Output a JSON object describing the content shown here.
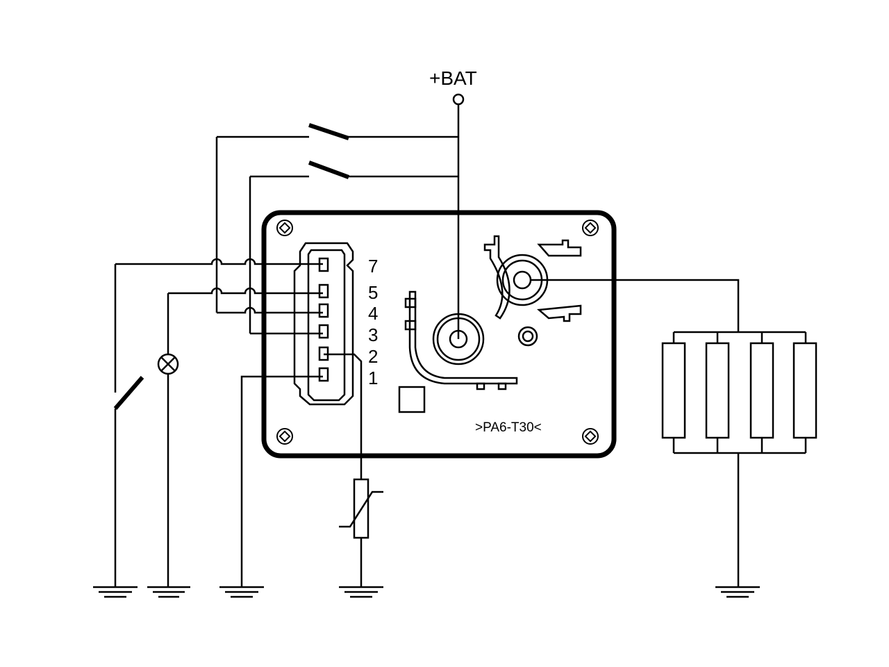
{
  "diagram": {
    "supply_label": "+BAT",
    "pin_labels": [
      "7",
      "5",
      "4",
      "3",
      "2",
      "1"
    ],
    "module_label": ">PA6-T30<"
  },
  "colors": {
    "line": "#000000",
    "background": "#ffffff"
  }
}
